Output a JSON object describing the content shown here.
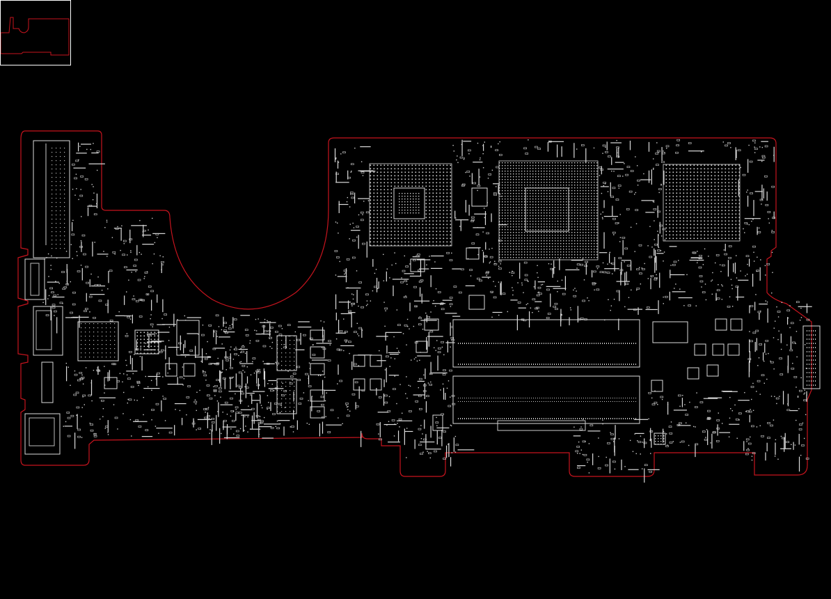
{
  "viewer": {
    "background_color": "#000000",
    "outline_color": "#c8141e",
    "component_color": "#e6e6e6",
    "minimap_frame_color": "#ffffff"
  },
  "minimap": {
    "description": "board-outline-thumbnail"
  },
  "board": {
    "chips": [
      {
        "name": "cpu-bga"
      },
      {
        "name": "gpu-bga"
      },
      {
        "name": "pch-bga"
      }
    ],
    "memory_slots": 2
  }
}
